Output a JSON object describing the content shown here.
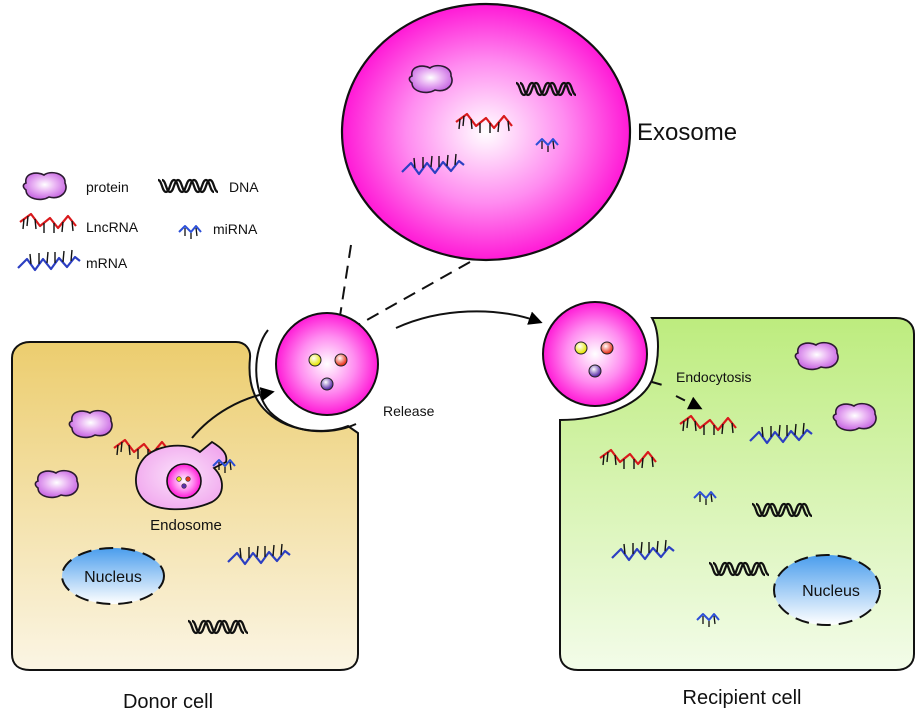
{
  "exosome_label": "Exosome",
  "legend": {
    "protein": "protein",
    "dna": "DNA",
    "lncrna": "LncRNA",
    "mirna": "miRNA",
    "mrna": "mRNA"
  },
  "donor": {
    "caption": "Donor cell",
    "endosome": "Endosome",
    "nucleus": "Nucleus"
  },
  "recipient": {
    "caption": "Recipient cell",
    "endocytosis": "Endocytosis",
    "nucleus": "Nucleus"
  },
  "release_label": "Release",
  "colors": {
    "exosome_center": "#ffffff",
    "exosome_edge": "#ff1fd8",
    "donor_cell": "#eed483",
    "recipient_cell": "#c8f08f",
    "nucleus": "#5aa8ee",
    "lncrna": "#d9191c",
    "mrna": "#2c3fc2",
    "dna": "#111111",
    "protein": "#b94fd6"
  }
}
